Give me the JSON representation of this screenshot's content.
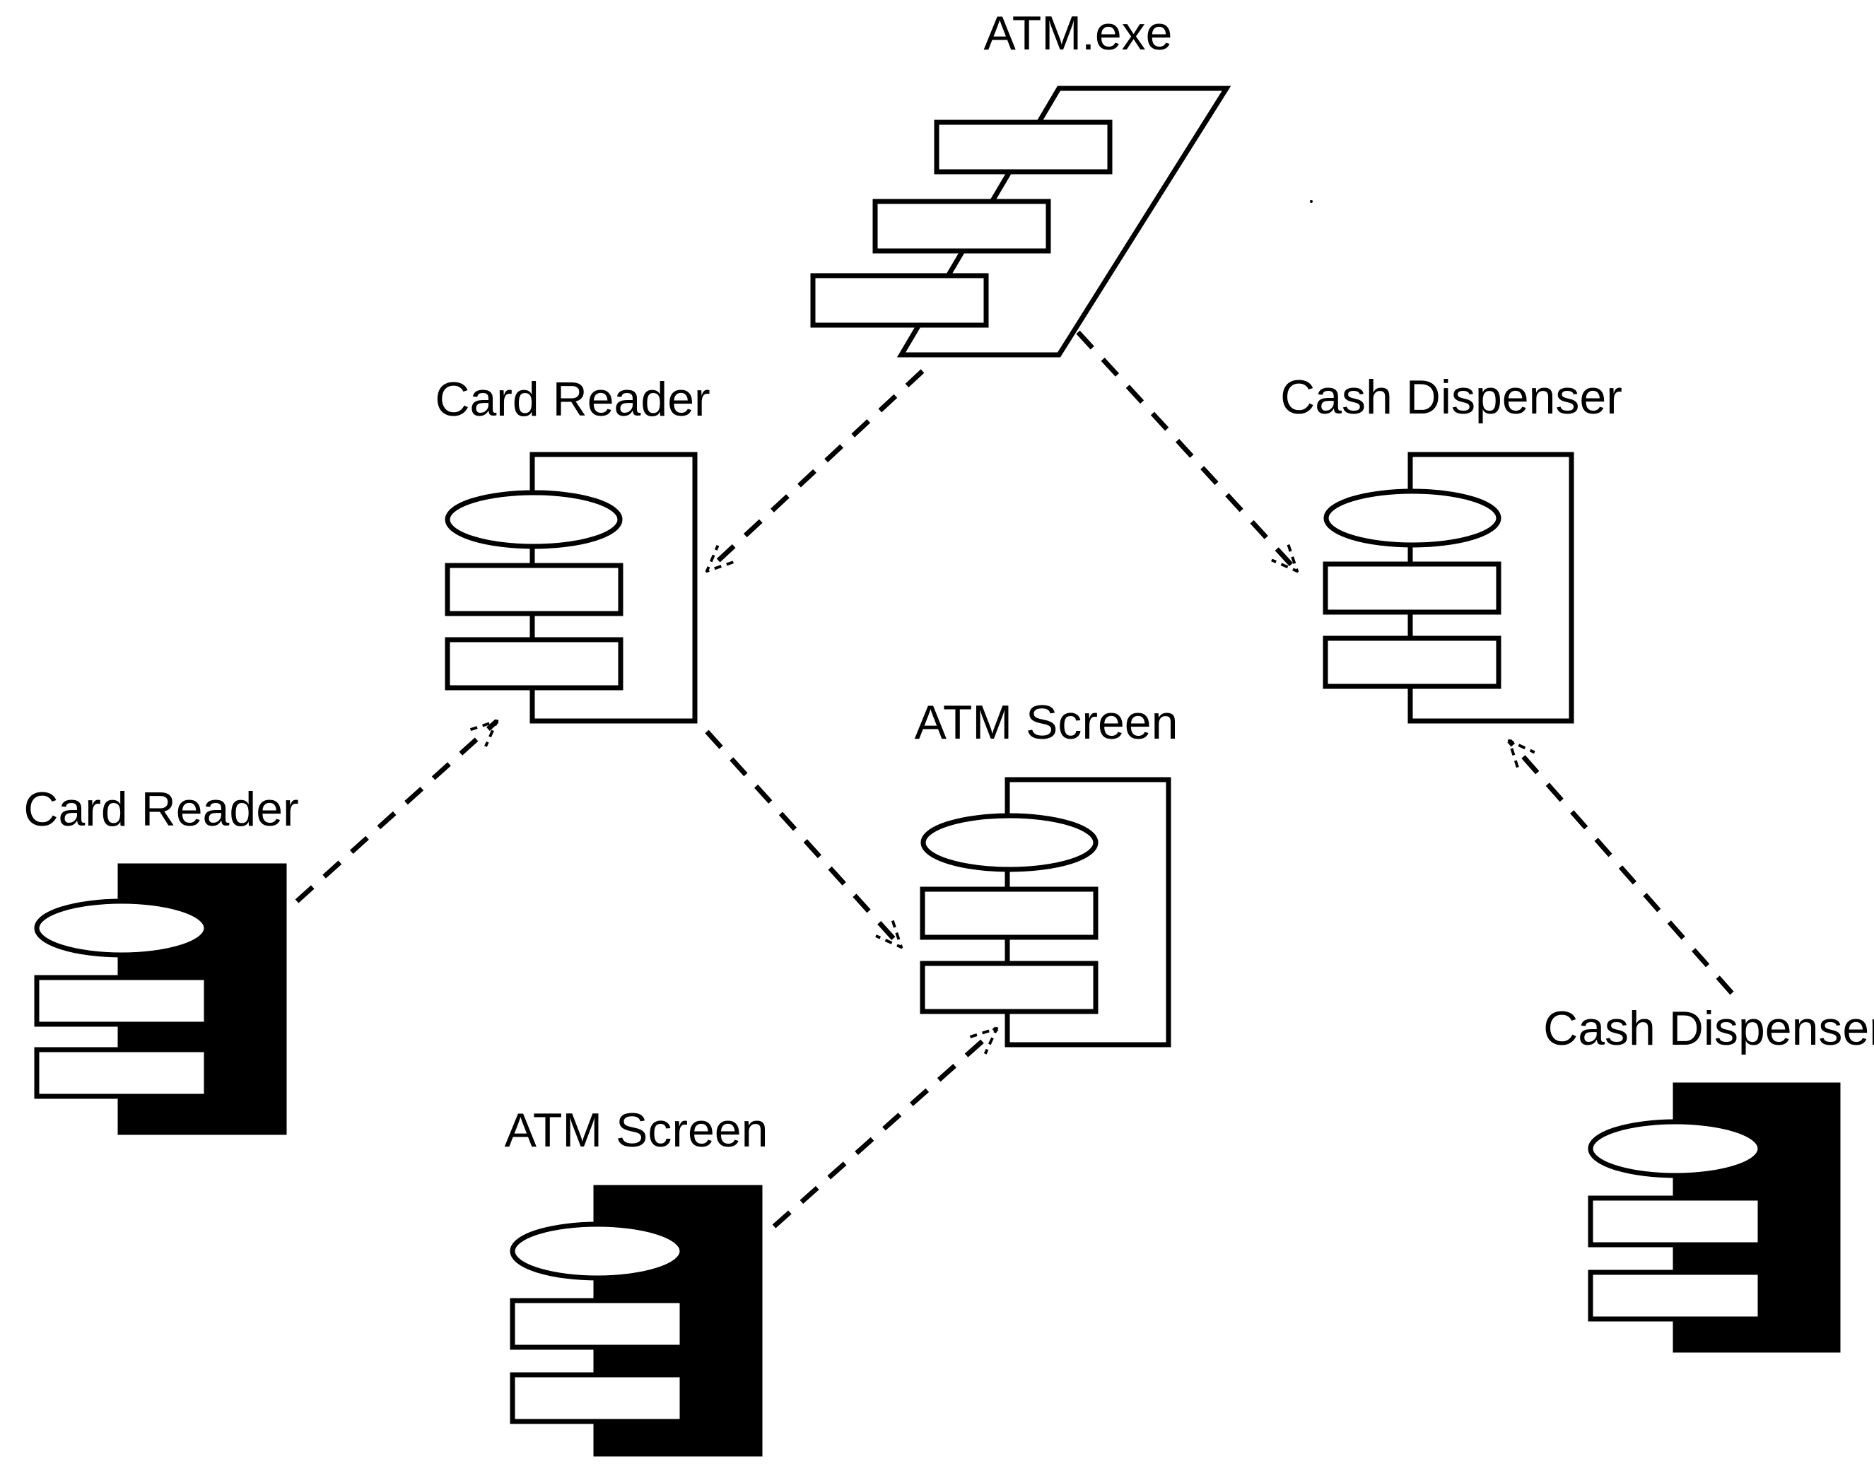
{
  "diagram": {
    "nodes": {
      "atm_exe": {
        "label": "ATM.exe"
      },
      "card_reader_component": {
        "label": "Card Reader"
      },
      "cash_dispenser_component": {
        "label": "Cash Dispenser"
      },
      "atm_screen_component": {
        "label": "ATM Screen"
      },
      "card_reader_device": {
        "label": "Card Reader"
      },
      "atm_screen_device": {
        "label": "ATM Screen"
      },
      "cash_dispenser_device": {
        "label": "Cash Dispenser"
      }
    },
    "dependencies": [
      {
        "from": "ATM.exe",
        "to": "Card Reader"
      },
      {
        "from": "ATM.exe",
        "to": "Cash Dispenser"
      },
      {
        "from": "Card Reader",
        "to": "ATM Screen"
      },
      {
        "from": "Card Reader (device)",
        "to": "Card Reader"
      },
      {
        "from": "ATM Screen (device)",
        "to": "ATM Screen"
      },
      {
        "from": "Cash Dispenser (device)",
        "to": "Cash Dispenser"
      }
    ],
    "colors": {
      "stroke": "#000000",
      "background": "#ffffff"
    }
  }
}
